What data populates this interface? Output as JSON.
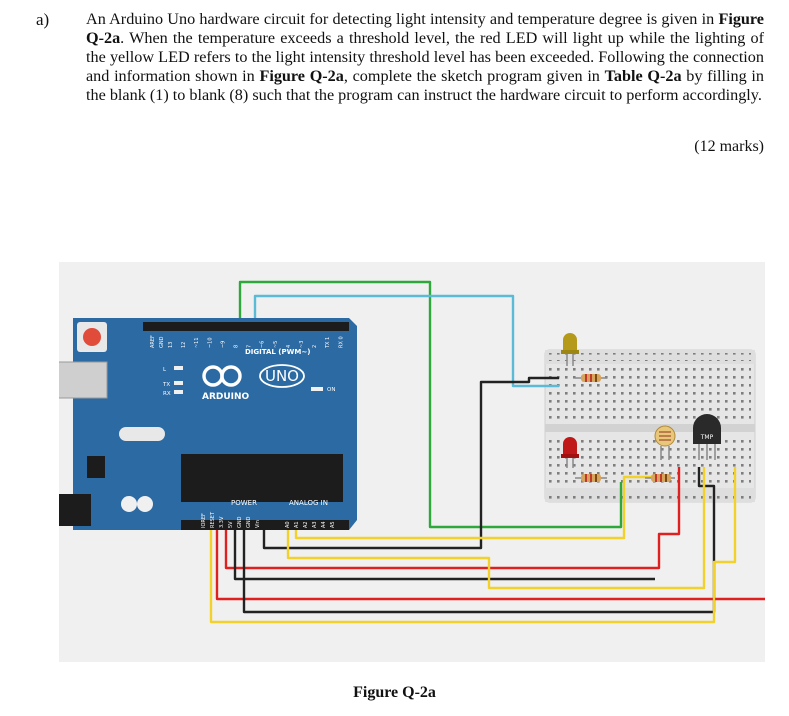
{
  "question": {
    "label": "a)",
    "p1": "An Arduino Uno hardware circuit for detecting light intensity and temperature degree is given in ",
    "fig_ref1": "Figure Q-2a",
    "p2": ". When the temperature exceeds a threshold level, the red LED will light up while the lighting of the yellow LED refers to the light intensity threshold level has been exceeded. Following the connection and information shown in ",
    "fig_ref2": "Figure Q-2a",
    "p3": ", complete the sketch program given in ",
    "table_ref": "Table Q-2a",
    "p4": " by filling in the blank (1) to blank (8) such that the program can instruct the hardware circuit to perform accordingly.",
    "marks": "(12 marks)"
  },
  "figure": {
    "caption": "Figure Q-2a",
    "board": {
      "brand": "ARDUINO",
      "model": "UNO",
      "digital_label": "DIGITAL (PWM~)",
      "power_label": "POWER",
      "analog_label": "ANALOG IN",
      "on_label": "ON",
      "l_label": "L",
      "tx_label": "TX",
      "rx_label": "RX",
      "aref_label": "AREF",
      "gnd_label": "GND",
      "digital_pins": [
        "13",
        "12",
        "~11",
        "~10",
        "~9",
        "8",
        "7",
        "~6",
        "~5",
        "4",
        "~3",
        "2",
        "TX 1",
        "RX 0"
      ],
      "power_pins": [
        "IOREF",
        "RESET",
        "3.3V",
        "5V",
        "GND",
        "GND",
        "Vin"
      ],
      "analog_pins": [
        "A0",
        "A1",
        "A2",
        "A3",
        "A4",
        "A5"
      ]
    },
    "sensor_label": "TMP",
    "colors": {
      "board": "#2b6aa3",
      "wire_red": "#e02020",
      "wire_black": "#202020",
      "wire_green": "#2ea83a",
      "wire_cyan": "#5bbad5",
      "wire_yellow": "#f2d22a",
      "led_yellow": "#b59a1a",
      "led_red": "#c01818",
      "breadboard": "#e8e8e8"
    }
  }
}
